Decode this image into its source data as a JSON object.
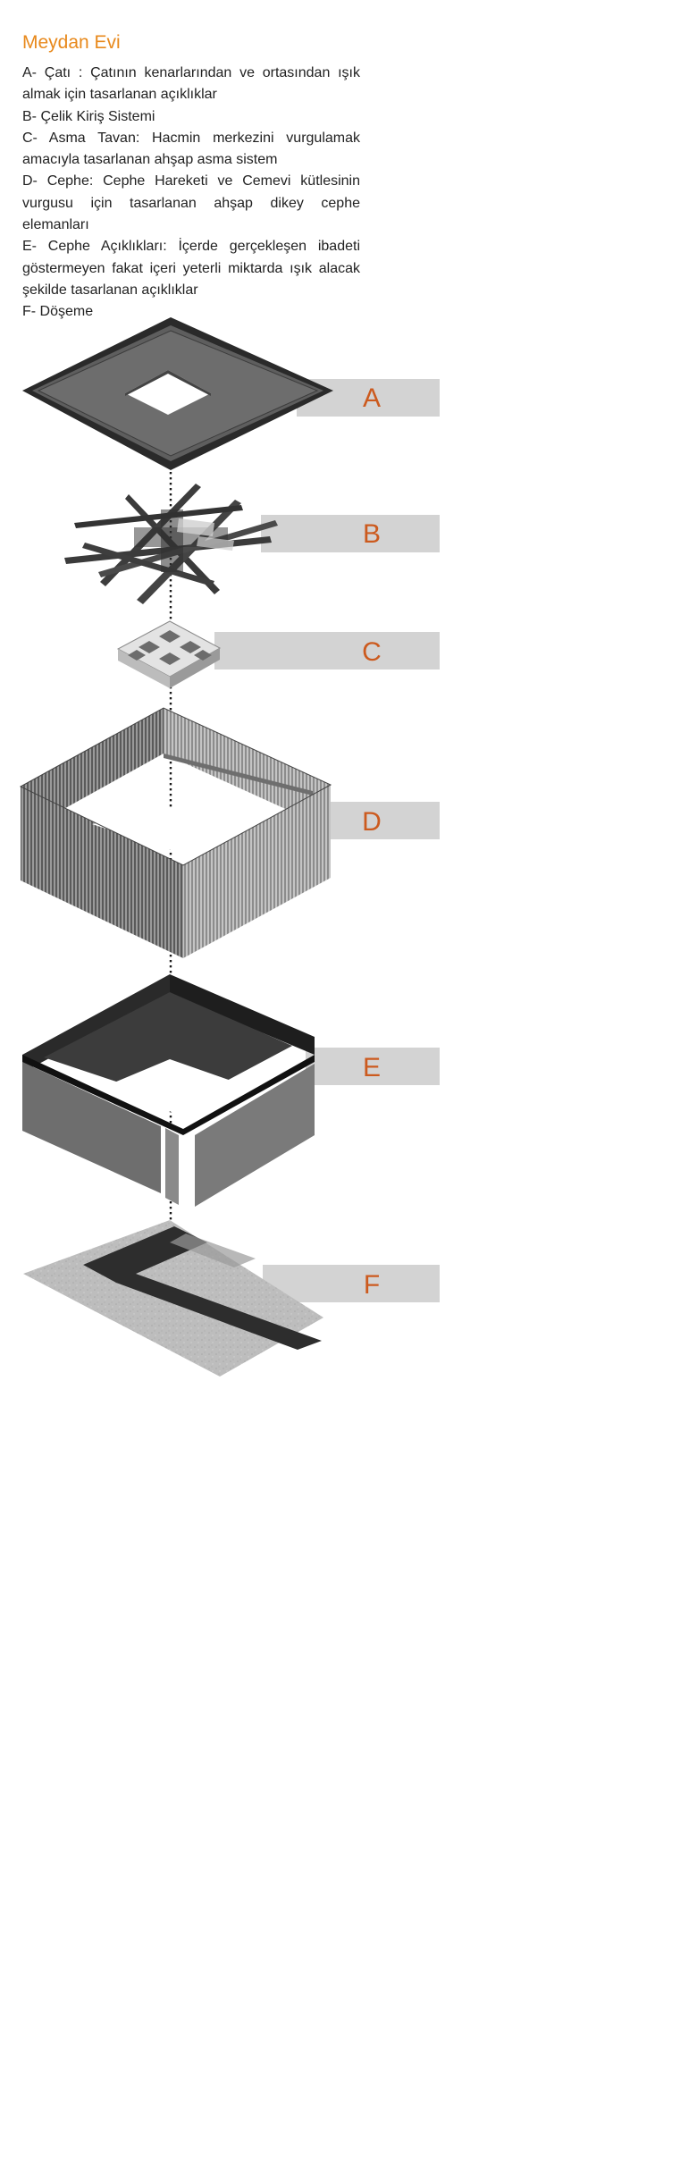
{
  "title": "Meydan Evi",
  "items": [
    "A- Çatı : Çatının kenarlarından ve ortasından ışık almak için tasarlanan açıklıklar",
    "B- Çelik Kiriş Sistemi",
    "C- Asma Tavan: Hacmin merkezini vurgulamak amacıyla tasarlanan ahşap asma sistem",
    "D- Cephe: Cephe Hareketi ve Cemevi kütlesinin vurgusu için tasarlanan ahşap dikey cephe elemanları",
    "E- Cephe Açıklıkları: İçerde gerçekleşen ibadeti göstermeyen fakat içeri yeterli miktarda ışık alacak şekilde tasarlanan açıklıklar",
    "F- Döşeme"
  ],
  "labels": [
    "A",
    "B",
    "C",
    "D",
    "E",
    "F"
  ],
  "colors": {
    "title": "#e8891c",
    "label_text": "#cc5a1e",
    "label_band": "#d3d3d3",
    "dark": "#2e2e2e",
    "mid": "#6b6b6b"
  }
}
